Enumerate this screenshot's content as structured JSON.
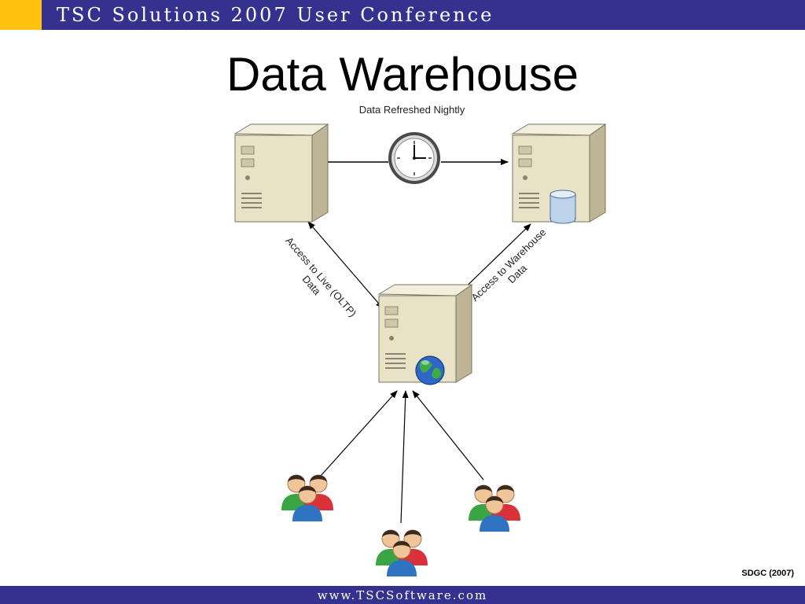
{
  "header": {
    "title": "TSC Solutions 2007 User Conference"
  },
  "slide": {
    "title": "Data Warehouse"
  },
  "diagram": {
    "top_label": "Data Refreshed Nightly",
    "left_edge_label": [
      "Access to Live (OLTP)",
      "Data"
    ],
    "right_edge_label": [
      "Access to Warehouse",
      "Data"
    ],
    "nodes": [
      {
        "name": "oltp-server-icon"
      },
      {
        "name": "clock-icon"
      },
      {
        "name": "warehouse-server-icon"
      },
      {
        "name": "database-icon"
      },
      {
        "name": "web-server-icon"
      },
      {
        "name": "globe-icon"
      },
      {
        "name": "user-group-icon"
      }
    ]
  },
  "footer": {
    "credit": "SDGC (2007)",
    "url": "www.TSCSoftware.com"
  },
  "colors": {
    "bar": "#35328f",
    "accent": "#ffc20e",
    "server_body": "#e8e2c6"
  }
}
